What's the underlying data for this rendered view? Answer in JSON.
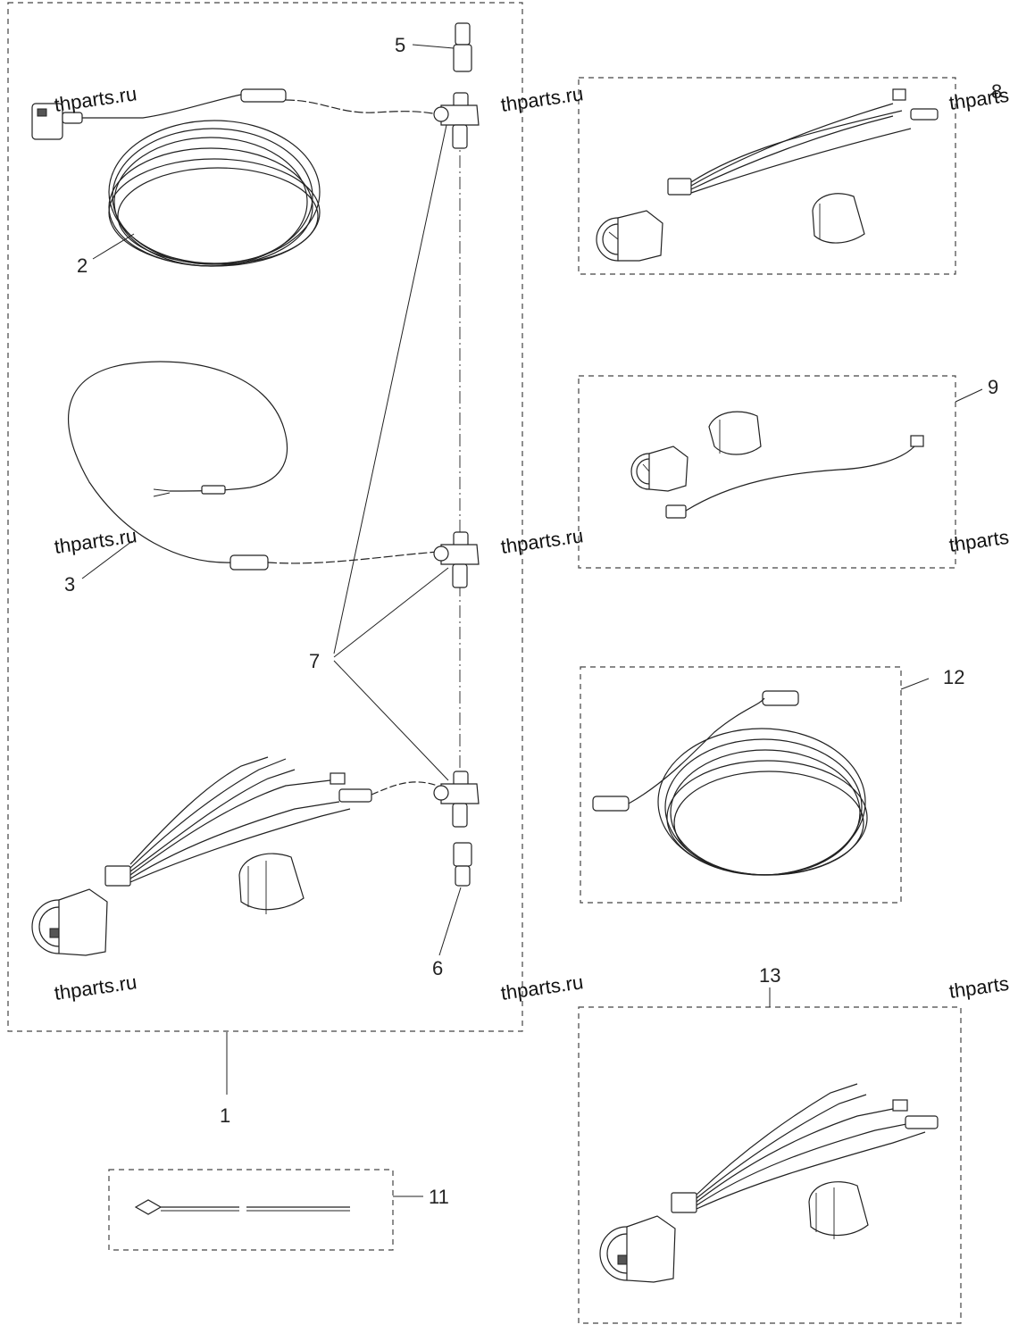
{
  "callouts": {
    "c1": "1",
    "c2": "2",
    "c3": "3",
    "c5": "5",
    "c6": "6",
    "c7": "7",
    "c8": "8",
    "c9": "9",
    "c11": "11",
    "c12": "12",
    "c13": "13"
  },
  "watermarks": {
    "w1": "thparts.ru",
    "w2": "thparts.ru",
    "w3": "thparts",
    "w4": "thparts.ru",
    "w5": "thparts.ru",
    "w6": "thparts",
    "w7": "thparts.ru",
    "w8": "thparts.ru",
    "w9": "thparts"
  }
}
